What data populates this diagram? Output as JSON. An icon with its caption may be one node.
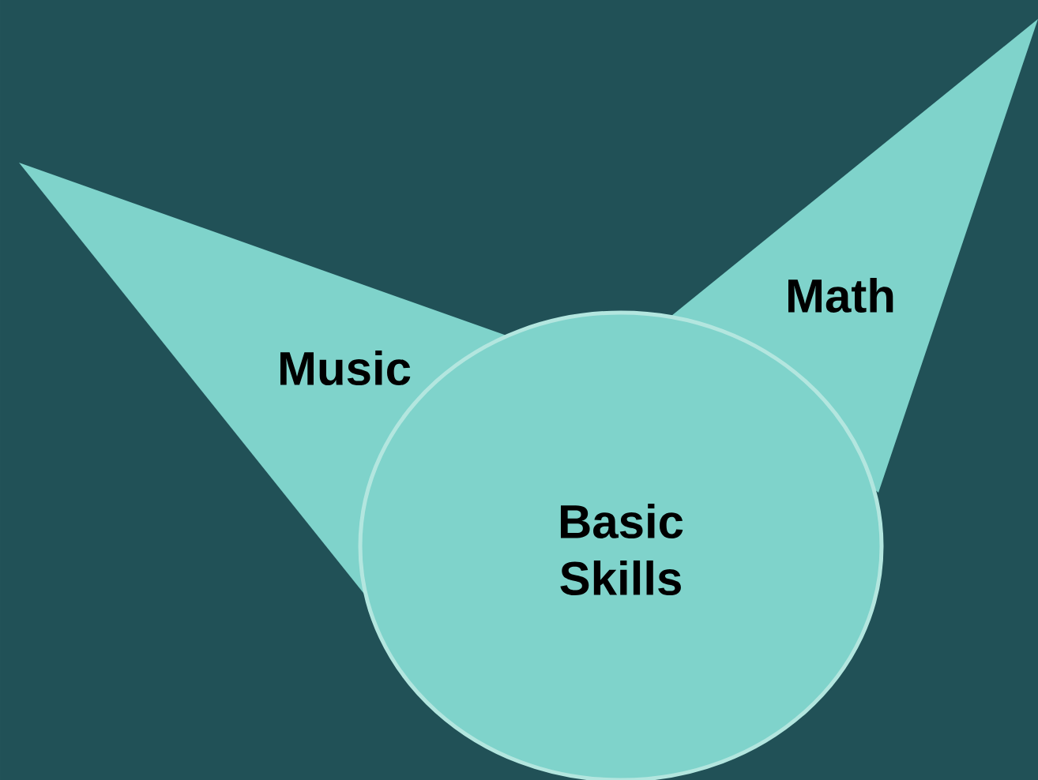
{
  "diagram": {
    "nodes": [
      {
        "text": [
          "Music"
        ]
      },
      {
        "text": [
          "Math"
        ]
      },
      {
        "text": [
          "Basic Skills"
        ]
      }
    ]
  }
}
